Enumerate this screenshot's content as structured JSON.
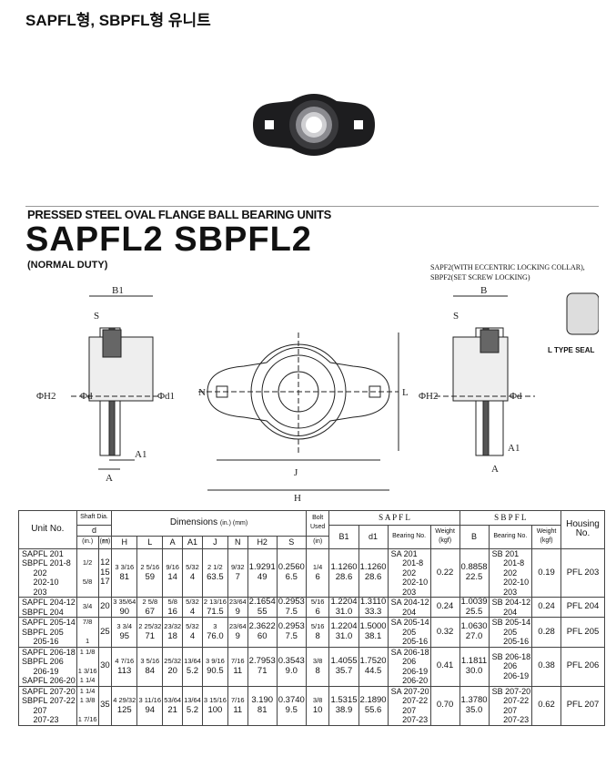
{
  "page_title": "SAPFL형, SBPFL형 유니트",
  "catalog": {
    "heading": "PRESSED STEEL OVAL FLANGE BALL BEARING UNITS",
    "models": "SAPFL2  SBPFL2",
    "duty": "(NORMAL DUTY)",
    "note_1": "SAPF2(WITH ECCENTRIC LOCKING COLLAR),",
    "note_2": "SBPF2(SET SCREW LOCKING)",
    "seal_label": "L TYPE SEAL",
    "dim_labels": [
      "B1",
      "S",
      "ΦH2",
      "Φd",
      "Φd1",
      "A1",
      "A",
      "N",
      "J",
      "H",
      "L",
      "B",
      "S",
      "ΦH2",
      "Φd",
      "A1",
      "A"
    ]
  },
  "table": {
    "headers": {
      "unit": "Unit No.",
      "shaft": "Shaft Dia.",
      "d": "d",
      "in": "(in.)",
      "mm": "(㎜)",
      "dimensions": "Dimensions",
      "dim_units": "(in.) (mm)",
      "bolt": "Bolt Used",
      "bolt_unit": "(in)",
      "sapfl": "S A P F L",
      "sbpfl": "S B P F L",
      "housing": "Housing No.",
      "dim_cols": [
        "H",
        "L",
        "A",
        "A1",
        "J",
        "N",
        "H2",
        "S"
      ],
      "sa_cols": [
        "B1",
        "d1",
        "Bearing No.",
        "Weight (kgf)"
      ],
      "sb_cols": [
        "B",
        "Bearing No.",
        "Weight (kgf)"
      ]
    },
    "rows": [
      {
        "unit": "SAPFL 201\nSBPFL 201-8\n     202\n     202-10\n     203",
        "in": "1/2\n\n5/8",
        "mm": "12\n15\n17",
        "H": "3 3/16\n81",
        "L": "2 5/16\n59",
        "A": "9/16\n14",
        "A1": "5/32\n4",
        "J": "2 1/2\n63.5",
        "N": "9/32\n7",
        "H2": "1.9291\n49",
        "S": "0.2560\n6.5",
        "bolt": "1/4\n6",
        "B1": "1.1260\n28.6",
        "d1": "1.1260\n28.6",
        "sa_bearing": "SA 201\n     201-8\n     202\n     202-10\n     203",
        "sa_w": "0.22",
        "B": "0.8858\n22.5",
        "sb_bearing": "SB 201\n     201-8\n     202\n     202-10\n     203",
        "sb_w": "0.19",
        "housing": "PFL 203"
      },
      {
        "unit": "SAPFL 204-12\nSBPFL 204",
        "in": "3/4",
        "mm": "20",
        "H": "3 35/64\n90",
        "L": "2 5/8\n67",
        "A": "5/8\n16",
        "A1": "5/32\n4",
        "J": "2 13/16\n71.5",
        "N": "23/64\n9",
        "H2": "2.1654\n55",
        "S": "0.2953\n7.5",
        "bolt": "5/16\n6",
        "B1": "1.2204\n31.0",
        "d1": "1.3110\n33.3",
        "sa_bearing": "SA 204-12\n     204",
        "sa_w": "0.24",
        "B": "1.0039\n25.5",
        "sb_bearing": "SB 204-12\n     204",
        "sb_w": "0.24",
        "housing": "PFL 204"
      },
      {
        "unit": "SAPFL 205-14\nSBPFL 205\n     205-16",
        "in": "7/8\n\n1",
        "mm": "25",
        "H": "3 3/4\n95",
        "L": "2 25/32\n71",
        "A": "23/32\n18",
        "A1": "5/32\n4",
        "J": "3\n76.0",
        "N": "23/64\n9",
        "H2": "2.3622\n60",
        "S": "0.2953\n7.5",
        "bolt": "5/16\n8",
        "B1": "1.2204\n31.0",
        "d1": "1.5000\n38.1",
        "sa_bearing": "SA 205-14\n     205\n     205-16",
        "sa_w": "0.32",
        "B": "1.0630\n27.0",
        "sb_bearing": "SB 205-14\n     205\n     205-16",
        "sb_w": "0.28",
        "housing": "PFL 205"
      },
      {
        "unit": "SAPFL 206-18\nSBPFL 206\n     206-19\nSAPFL 206-20",
        "in": "1 1/8\n\n1 3/16\n1 1/4",
        "mm": "30",
        "H": "4 7/16\n113",
        "L": "3 5/16\n84",
        "A": "25/32\n20",
        "A1": "13/64\n5.2",
        "J": "3 9/16\n90.5",
        "N": "7/16\n11",
        "H2": "2.7953\n71",
        "S": "0.3543\n9.0",
        "bolt": "3/8\n8",
        "B1": "1.4055\n35.7",
        "d1": "1.7520\n44.5",
        "sa_bearing": "SA 206-18\n     206\n     206-19\n     206-20",
        "sa_w": "0.41",
        "B": "1.1811\n30.0",
        "sb_bearing": "SB 206-18\n     206\n     206-19",
        "sb_w": "0.38",
        "housing": "PFL 206"
      },
      {
        "unit": "SAPFL 207-20\nSBPFL 207-22\n     207\n     207-23",
        "in": "1 1/4\n1 3/8\n\n1 7/16",
        "mm": "35",
        "H": "4 29/32\n125",
        "L": "3 11/16\n94",
        "A": "53/64\n21",
        "A1": "13/64\n5.2",
        "J": "3 15/16\n100",
        "N": "7/16\n11",
        "H2": "3.190\n81",
        "S": "0.3740\n9.5",
        "bolt": "3/8\n10",
        "B1": "1.5315\n38.9",
        "d1": "2.1890\n55.6",
        "sa_bearing": "SA 207-20\n     207-22\n     207\n     207-23",
        "sa_w": "0.70",
        "B": "1.3780\n35.0",
        "sb_bearing": "SB 207-20\n     207-22\n     207\n     207-23",
        "sb_w": "0.62",
        "housing": "PFL 207"
      }
    ]
  }
}
